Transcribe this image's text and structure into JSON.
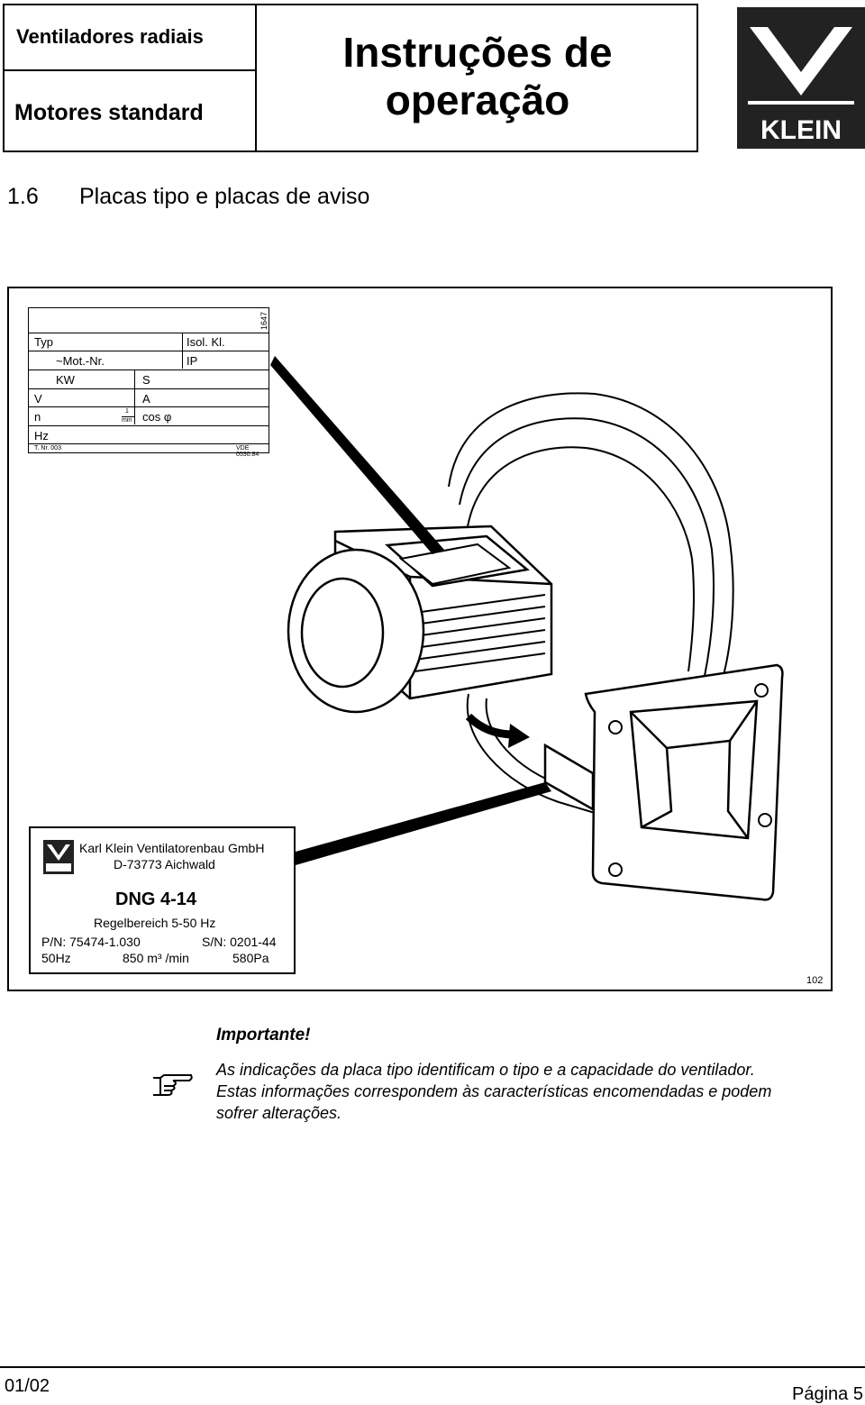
{
  "header": {
    "line1": "Ventiladores radiais",
    "line2": "Motores standard",
    "title_line1": "Instruções de",
    "title_line2": "operação",
    "logo_text": "KLEIN"
  },
  "section": {
    "number": "1.6",
    "title": "Placas tipo e placas de aviso"
  },
  "plate1": {
    "code": "1647",
    "typ": "Typ",
    "isol": "Isol. Kl.",
    "mot_nr": "~Mot.-Nr.",
    "ip": "IP",
    "kw": "KW",
    "s": "S",
    "v": "V",
    "a": "A",
    "n": "n",
    "frac_num": "1",
    "frac_den": "min",
    "cos": "cos φ",
    "hz": "Hz",
    "tnr": "T. Nr. 003",
    "vde": "VDE 0530.84"
  },
  "plate2": {
    "company": "Karl Klein Ventilatorenbau GmbH",
    "address": "D-73773 Aichwald",
    "model": "DNG 4-14",
    "range": "Regelbereich 5-50 Hz",
    "pn": "P/N: 75474-1.030",
    "sn": "S/N: 0201-44",
    "freq": "50Hz",
    "flow": "850 m³  /min",
    "pressure": "580Pa"
  },
  "figure_number": "102",
  "important": {
    "title": "Importante!",
    "line1": "As indicações da placa tipo identificam o tipo e a capacidade do ventilador.",
    "line2": "Estas informações correspondem às características encomendadas e podem",
    "line3": "sofrer alterações."
  },
  "footer": {
    "left": "01/02",
    "right": "Página 5"
  }
}
